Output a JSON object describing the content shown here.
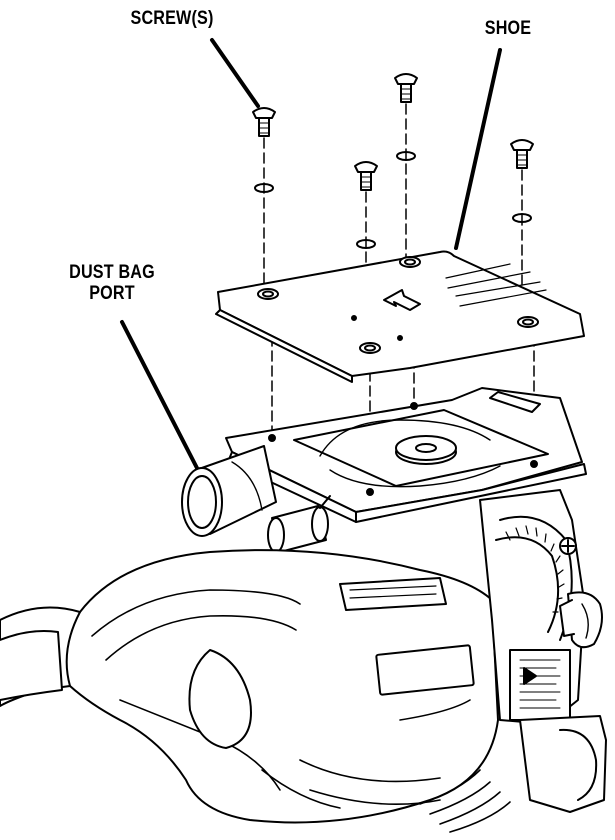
{
  "labels": {
    "screws": "SCREW(S)",
    "shoe": "SHOE",
    "dust_bag_port_line1": "DUST BAG",
    "dust_bag_port_line2": "PORT"
  },
  "colors": {
    "line": "#000000",
    "fill": "#ffffff",
    "shade": "#d8d8d8"
  }
}
